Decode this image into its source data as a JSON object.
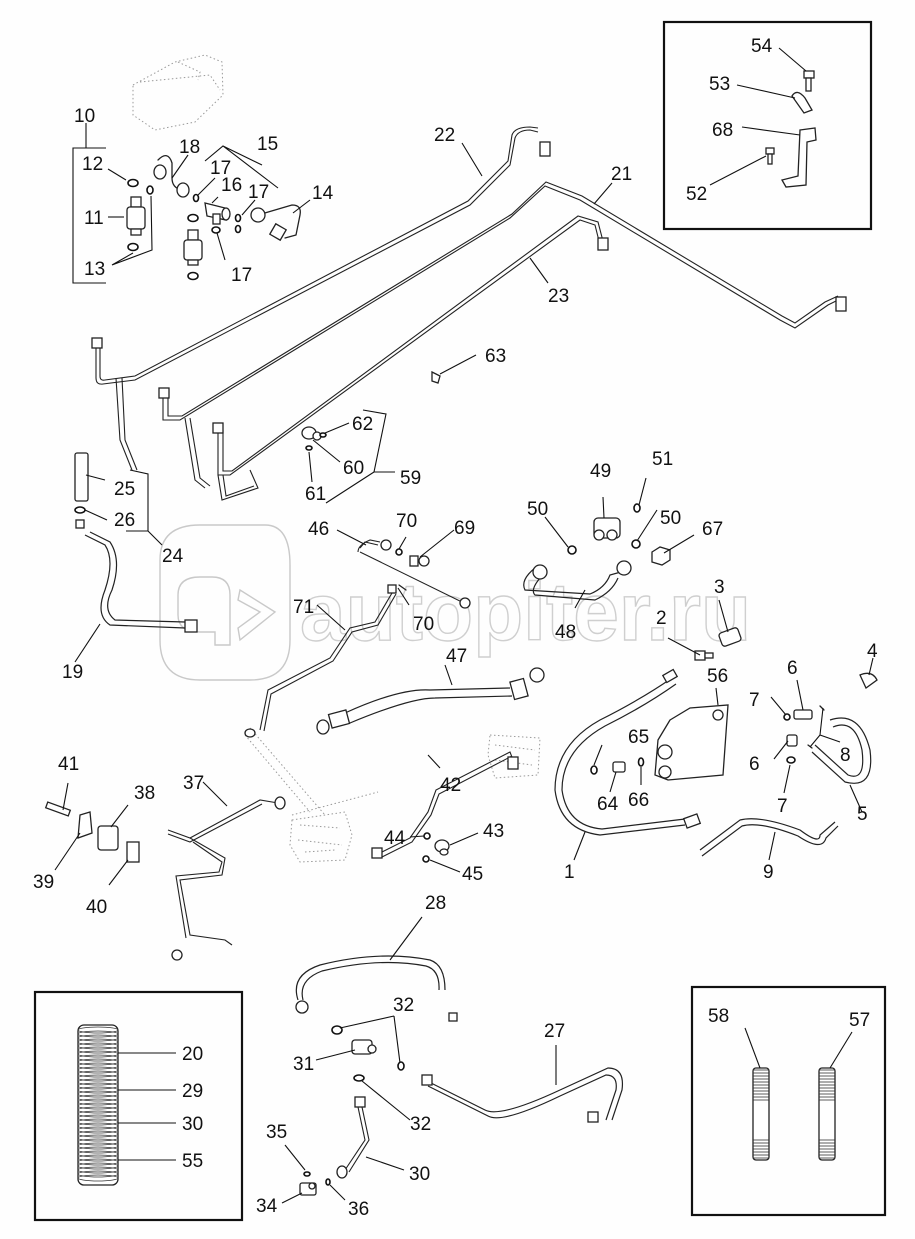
{
  "diagram": {
    "type": "exploded parts diagram",
    "subject": "hydraulic lines, hoses and fittings",
    "watermark": "autopiter.ru",
    "callouts": {
      "c1": "1",
      "c2": "2",
      "c3": "3",
      "c4": "4",
      "c5": "5",
      "c6a": "6",
      "c6b": "6",
      "c7a": "7",
      "c7b": "7",
      "c8": "8",
      "c9": "9",
      "c10": "10",
      "c11": "11",
      "c12": "12",
      "c13": "13",
      "c14": "14",
      "c15": "15",
      "c16": "16",
      "c17a": "17",
      "c17b": "17",
      "c17c": "17",
      "c18": "18",
      "c19": "19",
      "c20": "20",
      "c21": "21",
      "c22": "22",
      "c23": "23",
      "c24": "24",
      "c25": "25",
      "c26": "26",
      "c27": "27",
      "c28": "28",
      "c29": "29",
      "c30a": "30",
      "c30b": "30",
      "c31": "31",
      "c32a": "32",
      "c32b": "32",
      "c34": "34",
      "c35": "35",
      "c36": "36",
      "c37": "37",
      "c38": "38",
      "c39": "39",
      "c40": "40",
      "c41": "41",
      "c42": "42",
      "c43": "43",
      "c44": "44",
      "c45": "45",
      "c46": "46",
      "c47": "47",
      "c48": "48",
      "c49": "49",
      "c50a": "50",
      "c50b": "50",
      "c51": "51",
      "c52": "52",
      "c53": "53",
      "c54": "54",
      "c55": "55",
      "c56": "56",
      "c57": "57",
      "c58": "58",
      "c59": "59",
      "c60": "60",
      "c61": "61",
      "c62": "62",
      "c63": "63",
      "c64": "64",
      "c65": "65",
      "c66": "66",
      "c67": "67",
      "c68": "68",
      "c69": "69",
      "c70a": "70",
      "c70b": "70",
      "c71": "71"
    },
    "insets": {
      "bracket_kit": [
        "52",
        "53",
        "54",
        "68"
      ],
      "spring_kit": [
        "20",
        "29",
        "30",
        "55"
      ],
      "stud_kit": [
        "57",
        "58"
      ]
    }
  }
}
